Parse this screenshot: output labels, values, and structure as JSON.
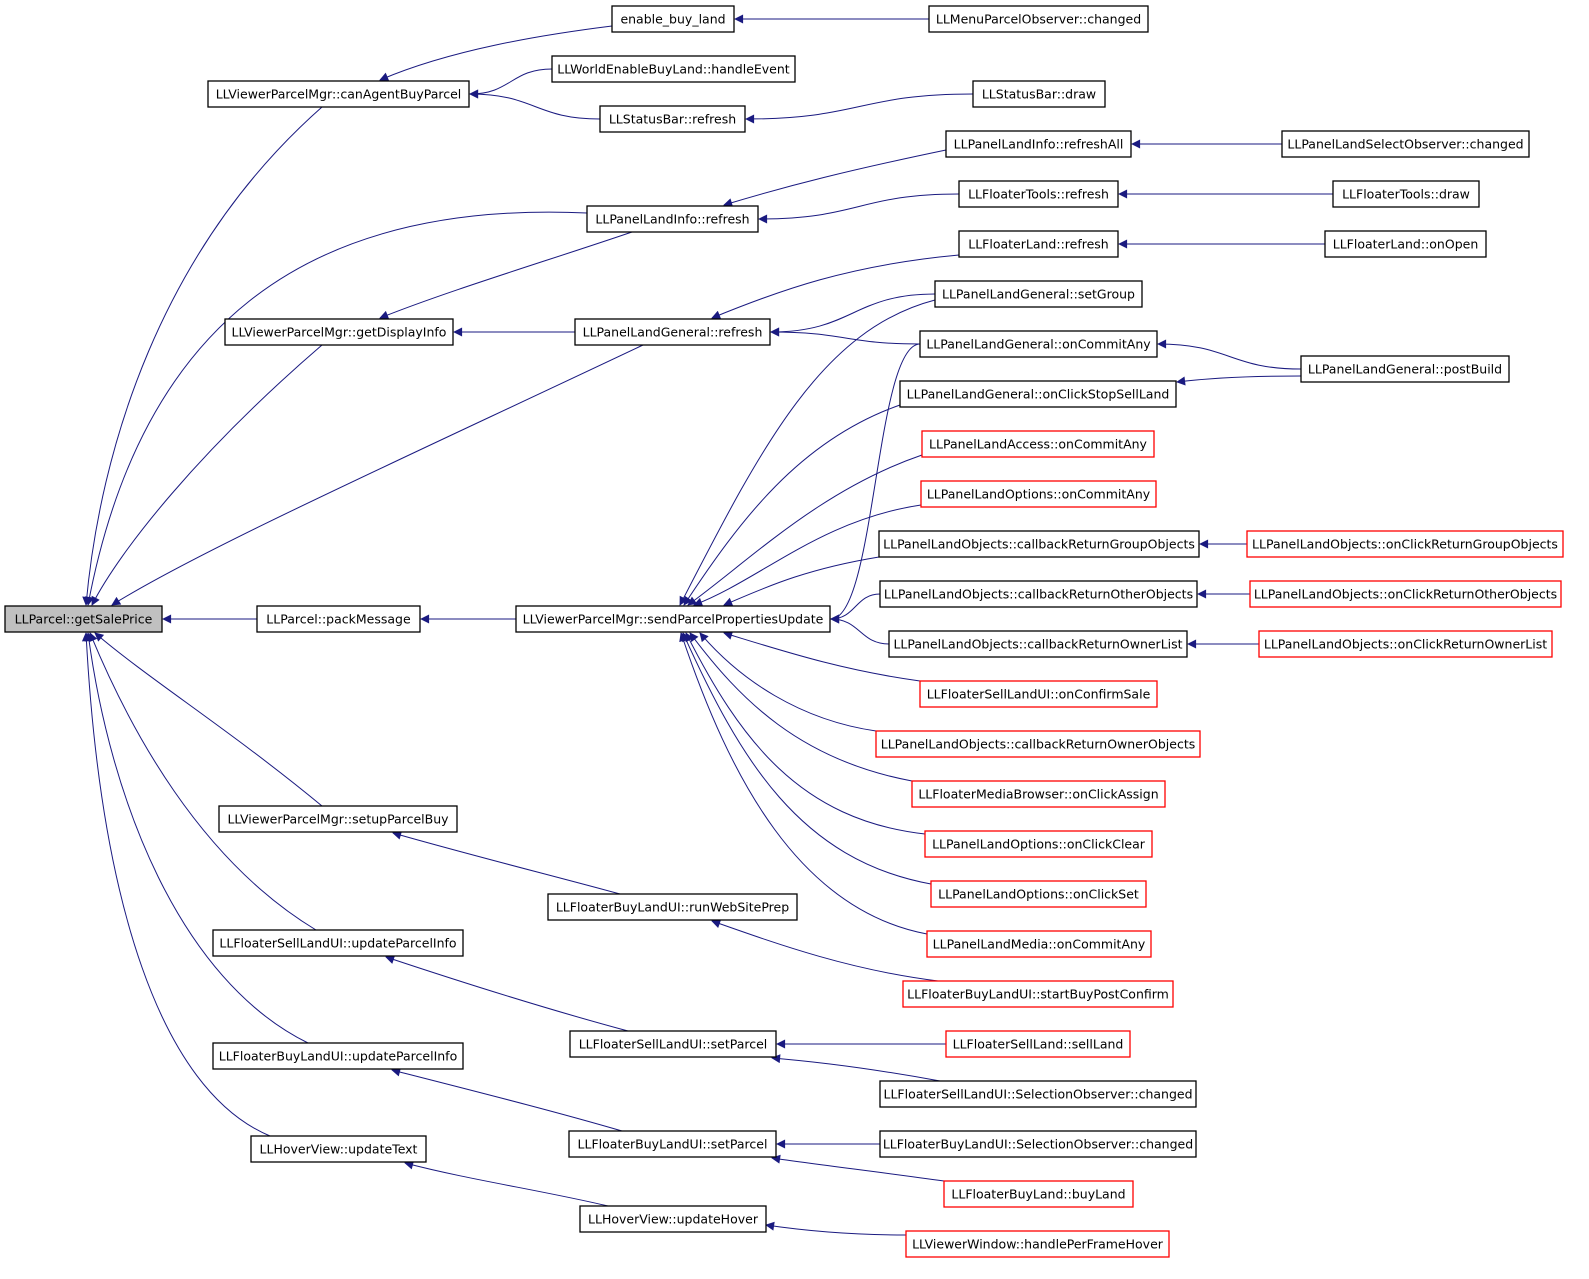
{
  "colors": {
    "edge": "#1a1a80",
    "arrow": "#1a1a80",
    "node_border": "#000000",
    "node_border_truncated": "#ff0000",
    "root_fill": "#c0c0c0",
    "node_fill": "#ffffff"
  },
  "nodes": [
    {
      "id": "root",
      "label": "LLParcel::getSalePrice",
      "root": true
    },
    {
      "id": "canAgent",
      "label": "LLViewerParcelMgr::canAgentBuyParcel"
    },
    {
      "id": "getDisplay",
      "label": "LLViewerParcelMgr::getDisplayInfo"
    },
    {
      "id": "packMsg",
      "label": "LLParcel::packMessage"
    },
    {
      "id": "setupBuy",
      "label": "LLViewerParcelMgr::setupParcelBuy"
    },
    {
      "id": "sellUpd",
      "label": "LLFloaterSellLandUI::updateParcelInfo"
    },
    {
      "id": "buyUpd",
      "label": "LLFloaterBuyLandUI::updateParcelInfo"
    },
    {
      "id": "hoverText",
      "label": "LLHoverView::updateText"
    },
    {
      "id": "enableBuy",
      "label": "enable_buy_land"
    },
    {
      "id": "worldEnable",
      "label": "LLWorldEnableBuyLand::handleEvent"
    },
    {
      "id": "statusRefresh",
      "label": "LLStatusBar::refresh"
    },
    {
      "id": "landInfoRefresh",
      "label": "LLPanelLandInfo::refresh"
    },
    {
      "id": "landGenRefresh",
      "label": "LLPanelLandGeneral::refresh"
    },
    {
      "id": "sendUpdate",
      "label": "LLViewerParcelMgr::sendParcelPropertiesUpdate"
    },
    {
      "id": "webPrep",
      "label": "LLFloaterBuyLandUI::runWebSitePrep"
    },
    {
      "id": "sellSetParcel",
      "label": "LLFloaterSellLandUI::setParcel"
    },
    {
      "id": "buySetParcel",
      "label": "LLFloaterBuyLandUI::setParcel"
    },
    {
      "id": "updateHover",
      "label": "LLHoverView::updateHover"
    },
    {
      "id": "menuObs",
      "label": "LLMenuParcelObserver::changed"
    },
    {
      "id": "statusDraw",
      "label": "LLStatusBar::draw"
    },
    {
      "id": "refreshAll",
      "label": "LLPanelLandInfo::refreshAll"
    },
    {
      "id": "toolsRefresh",
      "label": "LLFloaterTools::refresh"
    },
    {
      "id": "floaterLandRefresh",
      "label": "LLFloaterLand::refresh"
    },
    {
      "id": "setGroup",
      "label": "LLPanelLandGeneral::setGroup"
    },
    {
      "id": "genCommit",
      "label": "LLPanelLandGeneral::onCommitAny"
    },
    {
      "id": "stopSell",
      "label": "LLPanelLandGeneral::onClickStopSellLand"
    },
    {
      "id": "accessCommit",
      "label": "LLPanelLandAccess::onCommitAny",
      "truncated": true
    },
    {
      "id": "optCommit",
      "label": "LLPanelLandOptions::onCommitAny",
      "truncated": true
    },
    {
      "id": "cbGroup",
      "label": "LLPanelLandObjects::callbackReturnGroupObjects"
    },
    {
      "id": "cbOther",
      "label": "LLPanelLandObjects::callbackReturnOtherObjects"
    },
    {
      "id": "cbOwnerList",
      "label": "LLPanelLandObjects::callbackReturnOwnerList"
    },
    {
      "id": "confirmSale",
      "label": "LLFloaterSellLandUI::onConfirmSale",
      "truncated": true
    },
    {
      "id": "cbOwnerObj",
      "label": "LLPanelLandObjects::callbackReturnOwnerObjects",
      "truncated": true
    },
    {
      "id": "mediaAssign",
      "label": "LLFloaterMediaBrowser::onClickAssign",
      "truncated": true
    },
    {
      "id": "optClear",
      "label": "LLPanelLandOptions::onClickClear",
      "truncated": true
    },
    {
      "id": "optSet",
      "label": "LLPanelLandOptions::onClickSet",
      "truncated": true
    },
    {
      "id": "mediaCommit",
      "label": "LLPanelLandMedia::onCommitAny",
      "truncated": true
    },
    {
      "id": "startBuy",
      "label": "LLFloaterBuyLandUI::startBuyPostConfirm",
      "truncated": true
    },
    {
      "id": "sellLand",
      "label": "LLFloaterSellLand::sellLand",
      "truncated": true
    },
    {
      "id": "sellSelObs",
      "label": "LLFloaterSellLandUI::SelectionObserver::changed"
    },
    {
      "id": "buySelObs",
      "label": "LLFloaterBuyLandUI::SelectionObserver::changed"
    },
    {
      "id": "buyLand",
      "label": "LLFloaterBuyLand::buyLand",
      "truncated": true
    },
    {
      "id": "perFrame",
      "label": "LLViewerWindow::handlePerFrameHover",
      "truncated": true
    },
    {
      "id": "selObsChanged",
      "label": "LLPanelLandSelectObserver::changed"
    },
    {
      "id": "toolsDraw",
      "label": "LLFloaterTools::draw"
    },
    {
      "id": "landOnOpen",
      "label": "LLFloaterLand::onOpen"
    },
    {
      "id": "postBuild",
      "label": "LLPanelLandGeneral::postBuild"
    },
    {
      "id": "onClickGroup",
      "label": "LLPanelLandObjects::onClickReturnGroupObjects",
      "truncated": true
    },
    {
      "id": "onClickOther",
      "label": "LLPanelLandObjects::onClickReturnOtherObjects",
      "truncated": true
    },
    {
      "id": "onClickOwner",
      "label": "LLPanelLandObjects::onClickReturnOwnerList",
      "truncated": true
    }
  ],
  "edges": [
    {
      "from": "canAgent",
      "to": "root"
    },
    {
      "from": "landInfoRefresh",
      "to": "root"
    },
    {
      "from": "getDisplay",
      "to": "root"
    },
    {
      "from": "landGenRefresh",
      "to": "root"
    },
    {
      "from": "packMsg",
      "to": "root"
    },
    {
      "from": "setupBuy",
      "to": "root"
    },
    {
      "from": "sellUpd",
      "to": "root"
    },
    {
      "from": "buyUpd",
      "to": "root"
    },
    {
      "from": "hoverText",
      "to": "root"
    },
    {
      "from": "enableBuy",
      "to": "canAgent"
    },
    {
      "from": "worldEnable",
      "to": "canAgent"
    },
    {
      "from": "statusRefresh",
      "to": "canAgent"
    },
    {
      "from": "landInfoRefresh",
      "to": "getDisplay"
    },
    {
      "from": "landGenRefresh",
      "to": "getDisplay"
    },
    {
      "from": "sendUpdate",
      "to": "packMsg"
    },
    {
      "from": "webPrep",
      "to": "setupBuy"
    },
    {
      "from": "sellSetParcel",
      "to": "sellUpd"
    },
    {
      "from": "buySetParcel",
      "to": "buyUpd"
    },
    {
      "from": "updateHover",
      "to": "hoverText"
    },
    {
      "from": "menuObs",
      "to": "enableBuy"
    },
    {
      "from": "statusDraw",
      "to": "statusRefresh"
    },
    {
      "from": "refreshAll",
      "to": "landInfoRefresh"
    },
    {
      "from": "toolsRefresh",
      "to": "landInfoRefresh"
    },
    {
      "from": "selObsChanged",
      "to": "refreshAll"
    },
    {
      "from": "toolsDraw",
      "to": "toolsRefresh"
    },
    {
      "from": "floaterLandRefresh",
      "to": "landGenRefresh"
    },
    {
      "from": "setGroup",
      "to": "landGenRefresh"
    },
    {
      "from": "genCommit",
      "to": "landGenRefresh"
    },
    {
      "from": "landOnOpen",
      "to": "floaterLandRefresh"
    },
    {
      "from": "postBuild",
      "to": "genCommit"
    },
    {
      "from": "postBuild",
      "to": "stopSell"
    },
    {
      "from": "setGroup",
      "to": "sendUpdate"
    },
    {
      "from": "genCommit",
      "to": "sendUpdate"
    },
    {
      "from": "stopSell",
      "to": "sendUpdate"
    },
    {
      "from": "accessCommit",
      "to": "sendUpdate"
    },
    {
      "from": "optCommit",
      "to": "sendUpdate"
    },
    {
      "from": "cbGroup",
      "to": "sendUpdate"
    },
    {
      "from": "cbOther",
      "to": "sendUpdate"
    },
    {
      "from": "cbOwnerList",
      "to": "sendUpdate"
    },
    {
      "from": "confirmSale",
      "to": "sendUpdate"
    },
    {
      "from": "cbOwnerObj",
      "to": "sendUpdate"
    },
    {
      "from": "mediaAssign",
      "to": "sendUpdate"
    },
    {
      "from": "optClear",
      "to": "sendUpdate"
    },
    {
      "from": "optSet",
      "to": "sendUpdate"
    },
    {
      "from": "mediaCommit",
      "to": "sendUpdate"
    },
    {
      "from": "onClickGroup",
      "to": "cbGroup"
    },
    {
      "from": "onClickOther",
      "to": "cbOther"
    },
    {
      "from": "onClickOwner",
      "to": "cbOwnerList"
    },
    {
      "from": "startBuy",
      "to": "webPrep"
    },
    {
      "from": "sellLand",
      "to": "sellSetParcel"
    },
    {
      "from": "sellSelObs",
      "to": "sellSetParcel"
    },
    {
      "from": "buySelObs",
      "to": "buySetParcel"
    },
    {
      "from": "buyLand",
      "to": "buySetParcel"
    },
    {
      "from": "perFrame",
      "to": "updateHover"
    }
  ]
}
